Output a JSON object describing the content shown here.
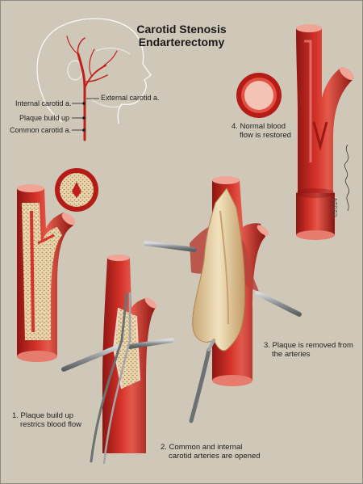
{
  "title": {
    "line1": "Carotid Stenosis",
    "line2": "Endarterectomy"
  },
  "anatomy_labels": {
    "internal": "Internal carotid a.",
    "external": "External carotid a.",
    "plaque": "Plaque build up",
    "common": "Common carotid a."
  },
  "steps": [
    {
      "line1": "1. Plaque build up",
      "line2": "restrics blood flow"
    },
    {
      "line1": "2. Common and internal",
      "line2": "carotid arteries are opened"
    },
    {
      "line1": "3. Plaque is removed from",
      "line2": "the arteries"
    },
    {
      "line1": "4. Normal blood",
      "line2": "flow is restored"
    }
  ],
  "copyright": "©2014",
  "colors": {
    "background": "#cfc8b8",
    "artery": "#c0201b",
    "artery_dark": "#8e1512",
    "artery_light": "#e2564a",
    "plaque": "#e8d2a6",
    "instrument": "#9a9d9f"
  }
}
